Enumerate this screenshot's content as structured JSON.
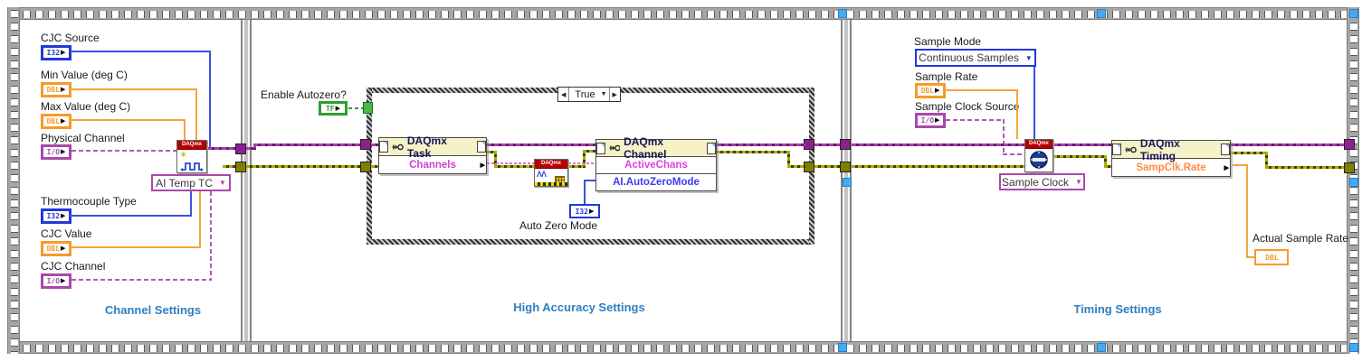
{
  "icons": {
    "output_arrow": "▶",
    "dropdown_arrow": "▼",
    "case_prev": "◀",
    "case_next": "▶",
    "case_down": "▼",
    "star": "✶",
    "flatten_glyph": "ΛΛ"
  },
  "frame1": {
    "title": "Channel Settings",
    "cjc_source": {
      "label": "CJC Source",
      "dtype": "I32"
    },
    "min_value": {
      "label": "Min Value (deg C)",
      "dtype": "DBL"
    },
    "max_value": {
      "label": "Max Value (deg C)",
      "dtype": "DBL"
    },
    "physical_channel": {
      "label": "Physical Channel",
      "dtype": "I/O"
    },
    "thermocouple_type": {
      "label": "Thermocouple Type",
      "dtype": "I32"
    },
    "cjc_value": {
      "label": "CJC Value",
      "dtype": "DBL"
    },
    "cjc_channel": {
      "label": "CJC Channel",
      "dtype": "I/O"
    },
    "create_vi": {
      "banner": "DAQmx",
      "selector": "AI Temp TC"
    }
  },
  "frame2": {
    "title": "High Accuracy Settings",
    "enable_autozero": {
      "label": "Enable Autozero?",
      "dtype": "TF"
    },
    "case_selector": "True",
    "task_node": {
      "title": "DAQmx Task",
      "row1": "Channels"
    },
    "flatten_vi": {
      "banner": "DAQmx"
    },
    "channel_node": {
      "title": "DAQmx Channel",
      "row1": "ActiveChans",
      "row2": "AI.AutoZeroMode"
    },
    "auto_zero": {
      "label": "Auto Zero Mode",
      "dtype": "I32"
    }
  },
  "frame3": {
    "title": "Timing Settings",
    "sample_mode": {
      "label": "Sample Mode",
      "value": "Continuous Samples"
    },
    "sample_rate": {
      "label": "Sample Rate",
      "dtype": "DBL"
    },
    "sample_clock_source": {
      "label": "Sample Clock Source",
      "dtype": "I/O"
    },
    "timing_vi": {
      "banner": "DAQmx",
      "selector": "Sample Clock"
    },
    "timing_node": {
      "title": "DAQmx Timing",
      "row1": "SampClk.Rate"
    },
    "actual_sample_rate": {
      "label": "Actual Sample Rate",
      "dtype": "DBL"
    }
  },
  "colors": {
    "i32_blue": "#2238D8",
    "dbl_orange": "#F79A28",
    "io_purple": "#A948A9",
    "tf_green": "#2E9E2E",
    "task_wire": "#A93BA9",
    "error_wire": "#ABAB00",
    "string_wire": "#E56AE5",
    "section_title": "#2E7FC1",
    "node_header": "#F6F2C8",
    "daqmx_banner": "#B40000",
    "handle_blue": "#45AAF2"
  }
}
